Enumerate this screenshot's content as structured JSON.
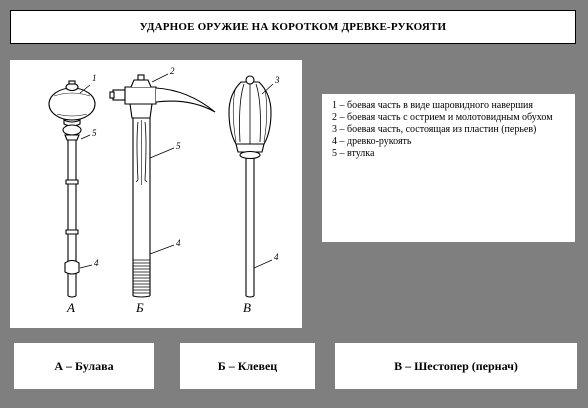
{
  "title": "УДАРНОЕ  ОРУЖИЕ  НА КОРОТКОМ  ДРЕВКЕ-РУКОЯТИ",
  "legend": [
    {
      "num": "1 – ",
      "text": "боевая часть в виде шаровидного навершия"
    },
    {
      "num": "2 – ",
      "text": "боевая часть с острием и молотовидным обухом"
    },
    {
      "num": "3 – ",
      "text": "боевая часть, состоящая из пластин (перьев)"
    },
    {
      "num": "4 – ",
      "text": "древко-рукоять"
    },
    {
      "num": "5 – ",
      "text": "втулка"
    }
  ],
  "figure": {
    "letters": {
      "a": "А",
      "b": "Б",
      "c": "В"
    },
    "callouts": {
      "n1": "1",
      "n2": "2",
      "n3": "3",
      "n4": "4",
      "n5": "5"
    }
  },
  "weapon_labels": {
    "a": "А – Булава",
    "b": "Б – Клевец",
    "c": "В – Шестопер (пернач)"
  }
}
